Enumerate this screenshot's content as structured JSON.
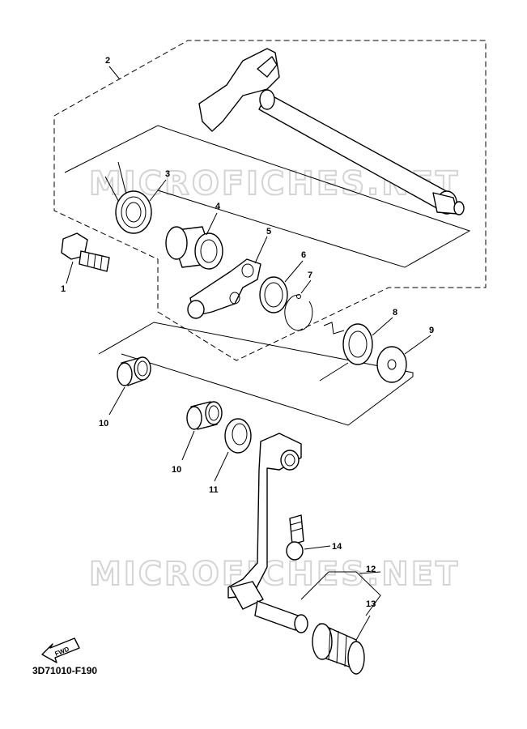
{
  "diagram": {
    "figure_code": "3D71010-F190",
    "watermark": "MICROFICHES.NET",
    "fwd_label": "FWD",
    "callouts": [
      "1",
      "2",
      "3",
      "4",
      "5",
      "6",
      "7",
      "8",
      "9",
      "10",
      "10",
      "11",
      "12",
      "13",
      "14"
    ]
  }
}
